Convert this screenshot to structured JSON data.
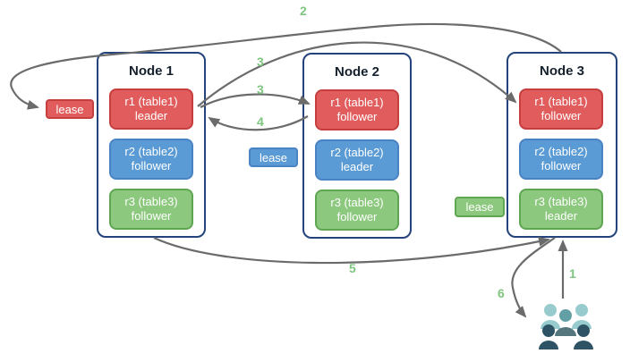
{
  "nodes": [
    {
      "title": "Node 1",
      "replicas": [
        {
          "name": "r1 (table1)",
          "role": "leader",
          "color": "#E15D5D"
        },
        {
          "name": "r2 (table2)",
          "role": "follower",
          "color": "#5B9BD5"
        },
        {
          "name": "r3 (table3)",
          "role": "follower",
          "color": "#8CC87E"
        }
      ]
    },
    {
      "title": "Node 2",
      "replicas": [
        {
          "name": "r1 (table1)",
          "role": "follower",
          "color": "#E15D5D"
        },
        {
          "name": "r2 (table2)",
          "role": "leader",
          "color": "#5B9BD5"
        },
        {
          "name": "r3 (table3)",
          "role": "follower",
          "color": "#8CC87E"
        }
      ]
    },
    {
      "title": "Node 3",
      "replicas": [
        {
          "name": "r1 (table1)",
          "role": "follower",
          "color": "#E15D5D"
        },
        {
          "name": "r2 (table2)",
          "role": "follower",
          "color": "#5B9BD5"
        },
        {
          "name": "r3 (table3)",
          "role": "leader",
          "color": "#8CC87E"
        }
      ]
    }
  ],
  "leases": [
    {
      "label": "lease",
      "color": "#E15D5D",
      "attached_to": "Node 1 r1 leader"
    },
    {
      "label": "lease",
      "color": "#5B9BD5",
      "attached_to": "Node 2 r2 leader"
    },
    {
      "label": "lease",
      "color": "#8CC87E",
      "attached_to": "Node 3 r3 leader"
    }
  ],
  "steps": {
    "n1": "1",
    "n2": "2",
    "n3a": "3",
    "n3b": "3",
    "n4": "4",
    "n5": "5",
    "n6": "6"
  },
  "icons": {
    "users": "users-icon"
  },
  "colors": {
    "node_border": "#24427C",
    "arrow_gray": "#6B6B6B",
    "step_number_green": "#7EC57F",
    "users_light_teal": "#97CBCD",
    "users_mid_teal": "#62A0A6",
    "users_dark_slate": "#2D5364"
  }
}
